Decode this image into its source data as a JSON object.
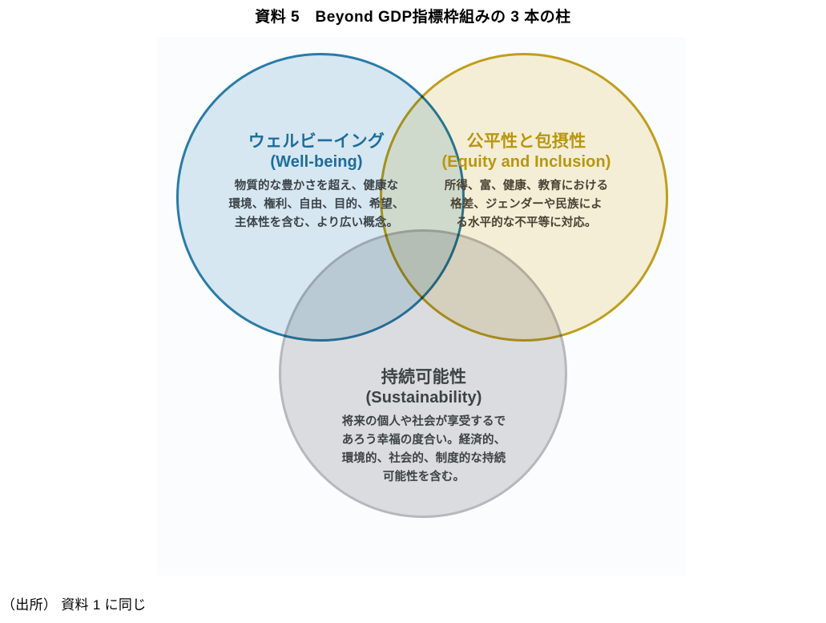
{
  "figure": {
    "title": "資料 5　Beyond GDP指標枠組みの 3 本の柱",
    "source_note": "（出所） 資料 1 に同じ"
  },
  "colors": {
    "wellbeing_stroke": "#2a7ca8",
    "wellbeing_fill": "#d0e4f0",
    "wellbeing_text": "#1c6d9c",
    "equity_stroke": "#c2a01f",
    "equity_fill": "#f6eece",
    "equity_text": "#b8960f",
    "sustainability_stroke": "#b9babc",
    "sustainability_fill": "#d7d8da",
    "sustainability_text": "#3d4246",
    "canvas_background": "#fbfcfd"
  },
  "venn": {
    "circles": [
      {
        "id": "wellbeing",
        "heading_ja": "ウェルビーイング",
        "heading_en": "(Well-being)",
        "body_lines": [
          "物質的な豊かさを超え、健康な",
          "環境、権利、自由、目的、希望、",
          "主体性を含む、より広い概念。"
        ]
      },
      {
        "id": "equity",
        "heading_ja": "公平性と包摂性",
        "heading_en": "(Equity and Inclusion)",
        "body_lines": [
          "所得、富、健康、教育における",
          "格差、ジェンダーや民族によ",
          "る水平的な不平等に対応。"
        ]
      },
      {
        "id": "sustainability",
        "heading_ja": "持続可能性",
        "heading_en": "(Sustainability)",
        "body_lines": [
          "将来の個人や社会が享受するで",
          "あろう幸福の度合い。経済的、",
          "環境的、社会的、制度的な持続",
          "可能性を含む。"
        ]
      }
    ]
  }
}
